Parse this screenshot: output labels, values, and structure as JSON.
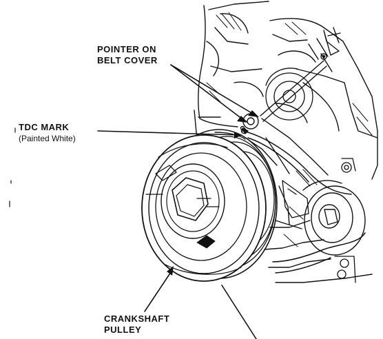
{
  "labels": {
    "pointer_line1": "POINTER ON",
    "pointer_line2": "BELT COVER",
    "tdc_mark": "TDC MARK",
    "tdc_note": "(Painted White)",
    "crank_line1": "CRANKSHAFT",
    "crank_line2": "PULLEY"
  },
  "colors": {
    "ink": "#111111",
    "paper": "#ffffff"
  }
}
